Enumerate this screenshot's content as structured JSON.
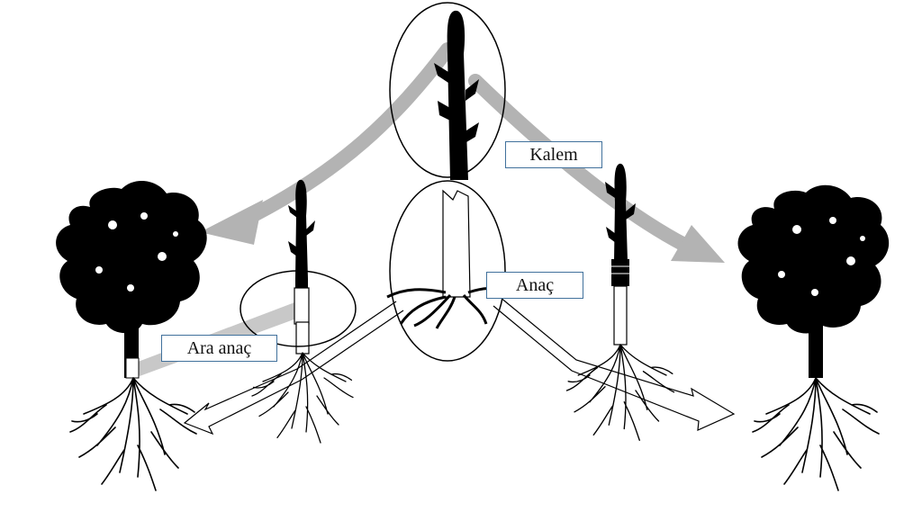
{
  "labels": {
    "scion": "Kalem",
    "rootstock": "Anaç",
    "interstock": "Ara anaç"
  },
  "colors": {
    "ink": "#000000",
    "flow_arrow": "#b3b3b3",
    "outline_arrow": "#ffffff",
    "label_border": "#41719c",
    "background": "#ffffff"
  }
}
